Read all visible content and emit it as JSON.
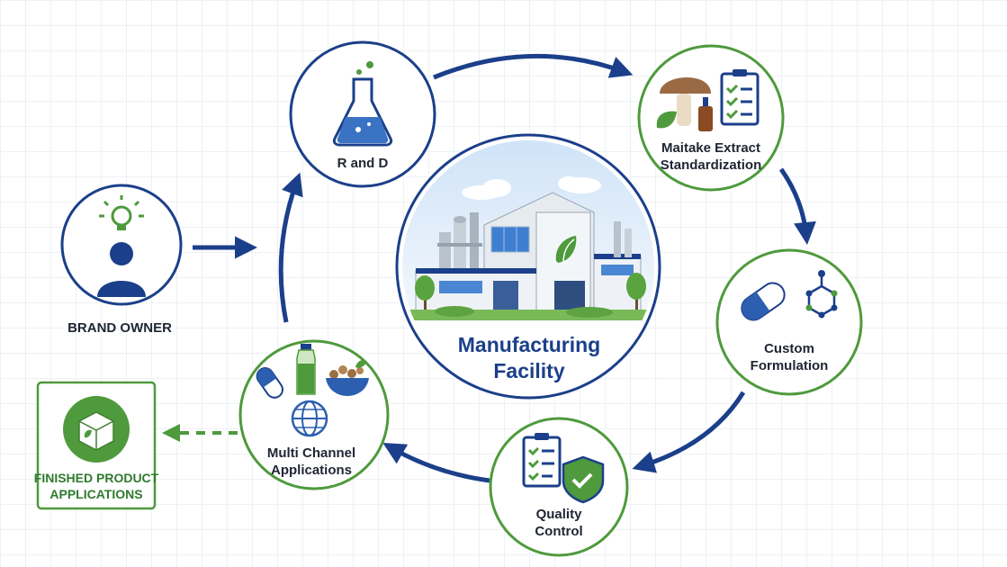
{
  "center": {
    "title_line1": "Manufacturing",
    "title_line2": "Facility"
  },
  "brand_owner": {
    "label": "BRAND OWNER"
  },
  "r_and_d": {
    "label": "R and D"
  },
  "maitake": {
    "line1": "Maitake Extract",
    "line2": "Standardization"
  },
  "custom_formulation": {
    "line1": "Custom",
    "line2": "Formulation"
  },
  "quality_control": {
    "line1": "Quality",
    "line2": "Control"
  },
  "multi_channel": {
    "line1": "Multi Channel",
    "line2": "Applications"
  },
  "finished_product": {
    "line1": "FINISHED PRODUCT",
    "line2": "APPLICATIONS"
  },
  "colors": {
    "navy": "#1b3f8a",
    "green": "#4e9a3c",
    "light_blue": "#7fb2e5"
  },
  "icons": [
    "lightbulb-icon",
    "person-icon",
    "flask-icon",
    "mushroom-icon",
    "dropper-bottle-icon",
    "checklist-icon",
    "leaf-icon",
    "capsule-icon",
    "molecule-icon",
    "shield-check-icon",
    "bottle-icon",
    "bowl-icon",
    "globe-icon",
    "box-icon",
    "factory-icon"
  ]
}
